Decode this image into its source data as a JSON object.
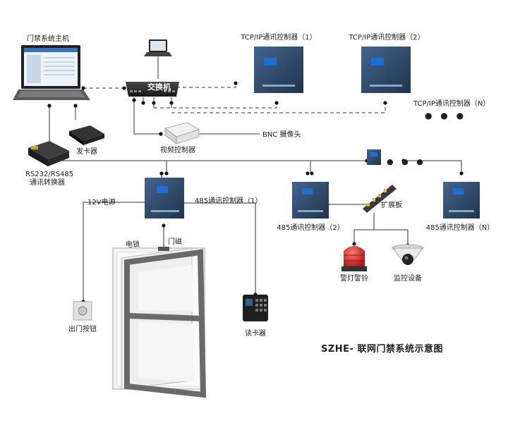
{
  "diagram": {
    "title": "SZHE- 联网门禁系统示意图",
    "nodes": {
      "host": {
        "label": "门禁系统主机",
        "icon": "laptop-icon"
      },
      "laptop_small": {
        "icon": "laptop-icon"
      },
      "switch": {
        "label": "交换机",
        "icon": "network-switch-icon"
      },
      "tcp1": {
        "label": "TCP/IP通讯控制器（1）",
        "icon": "controller-box-icon"
      },
      "tcp2": {
        "label": "TCP/IP通讯控制器（2）",
        "icon": "controller-box-icon"
      },
      "tcpn": {
        "label": "TCP/IP通讯控制器（N）",
        "ellipsis": "● ● ●"
      },
      "card_issuer": {
        "label": "发卡器",
        "icon": "card-issuer-icon"
      },
      "converter": {
        "label": "RS232/RS485",
        "label2": "通讯转换器",
        "icon": "converter-icon"
      },
      "video_ctrl": {
        "label": "视频控制器",
        "icon": "video-controller-icon"
      },
      "bnc_camera": {
        "label": "BNC 摄像头"
      },
      "ctrl485_1": {
        "label": "485通讯控制器（1）",
        "icon": "controller-box-icon"
      },
      "ctrl485_2": {
        "label": "485通讯控制器（2）",
        "icon": "controller-box-icon"
      },
      "ctrl485_n": {
        "label": "485通讯控制器（N）",
        "icon": "controller-box-icon"
      },
      "mid_device": {
        "icon": "controller-box-icon",
        "ellipsis": "● ● ●"
      },
      "expansion": {
        "label": "扩展板",
        "icon": "expansion-board-icon"
      },
      "alarm": {
        "label": "警灯警铃",
        "icon": "alarm-light-icon"
      },
      "cctv": {
        "label": "监控设备",
        "icon": "dome-camera-icon"
      },
      "power": {
        "label": "12V电源"
      },
      "lock": {
        "label": "电锁"
      },
      "door_sensor": {
        "label": "门磁"
      },
      "door": {
        "icon": "door-icon"
      },
      "exit_button": {
        "label": "出门按钮",
        "icon": "exit-button-icon"
      },
      "card_reader": {
        "label": "读卡器",
        "icon": "card-reader-icon"
      }
    },
    "colors": {
      "line": "#333333",
      "device_blue": "#2d4a6e",
      "screen": "#1e6fd0",
      "alarm_red": "#d8262a"
    }
  }
}
